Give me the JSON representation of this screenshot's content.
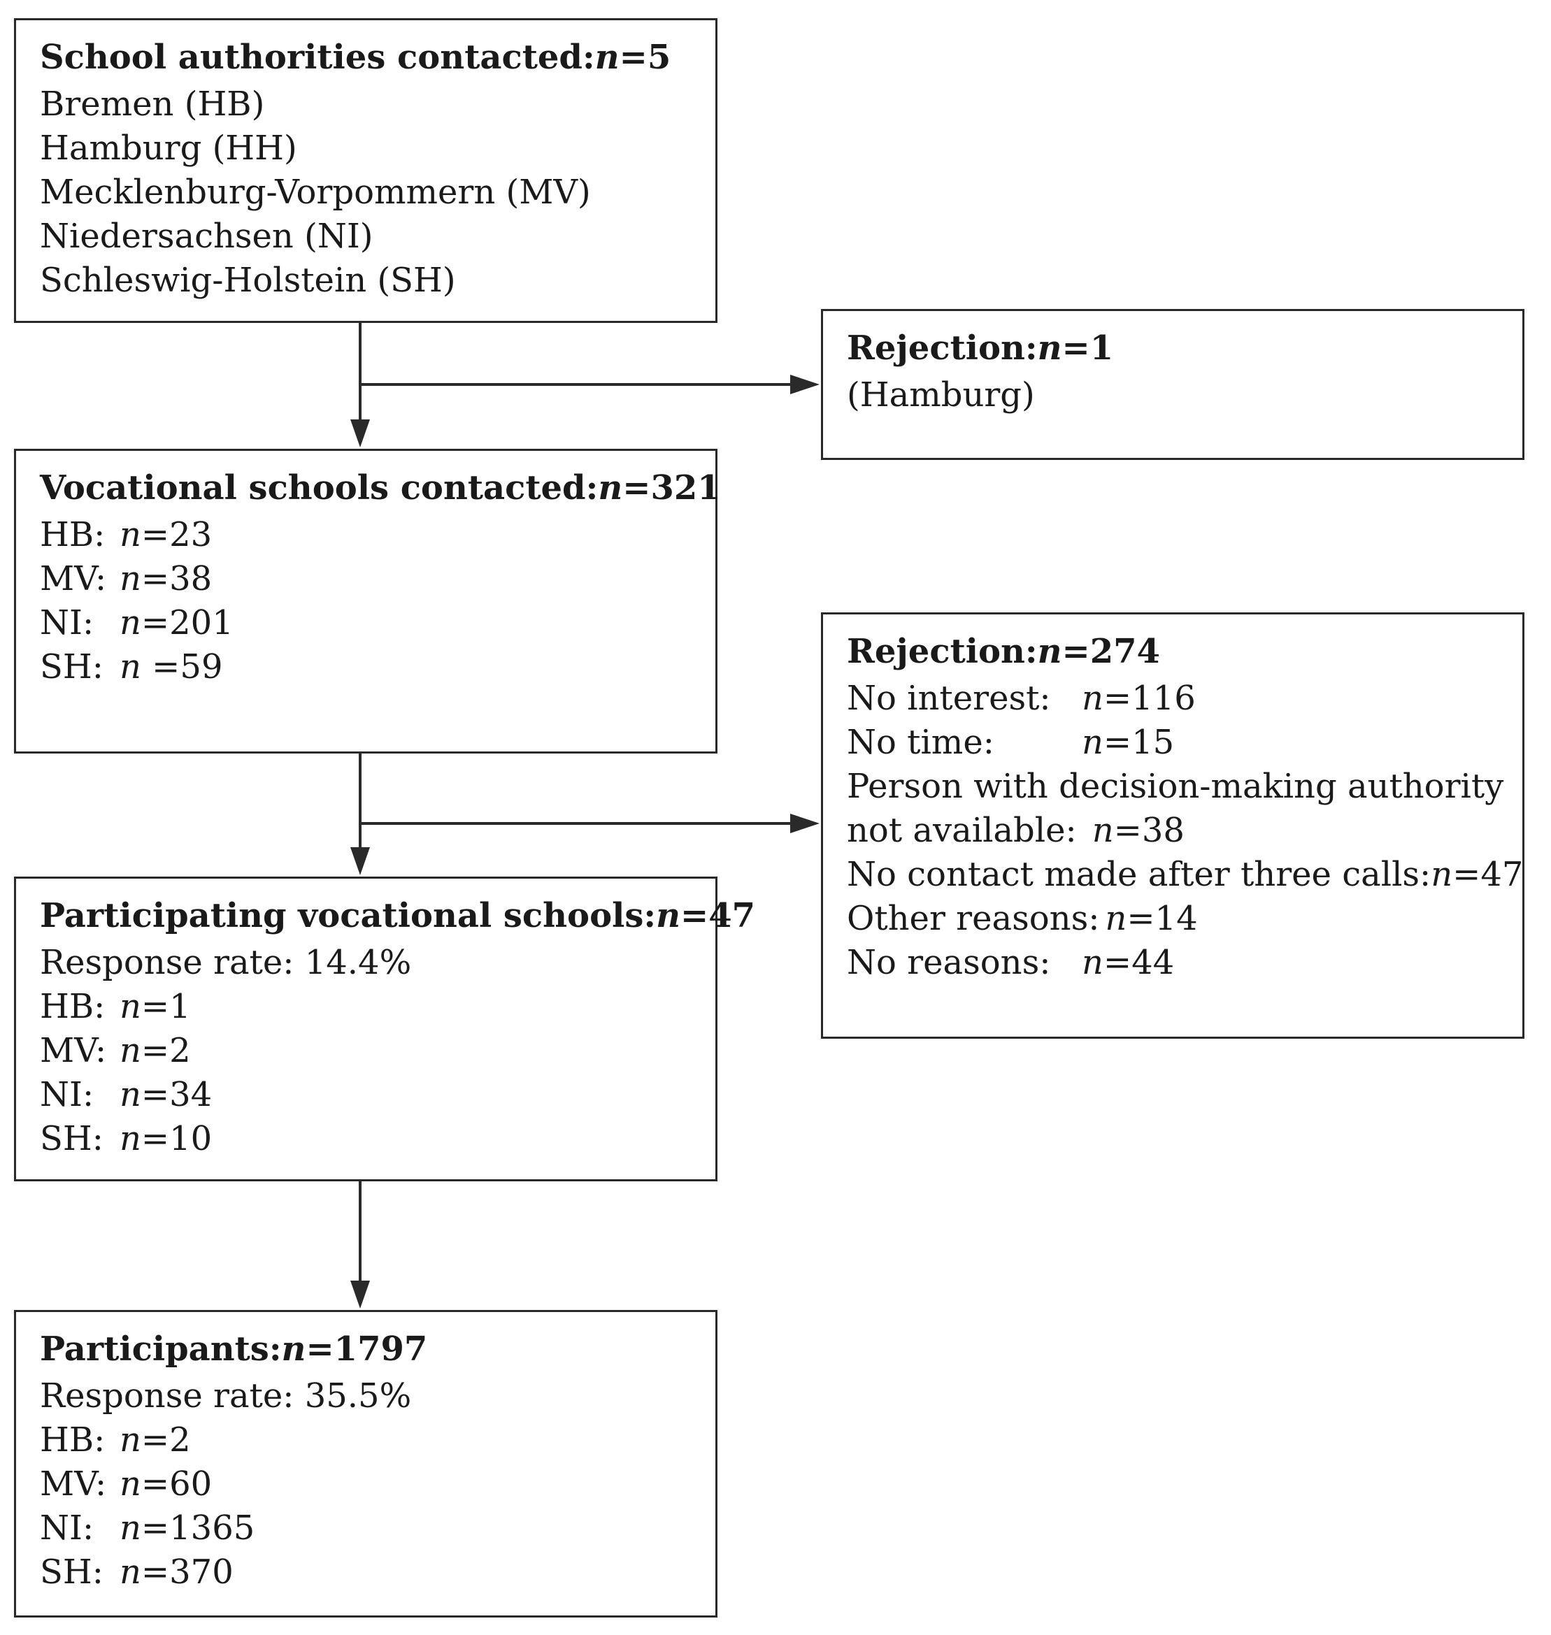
{
  "authorities": {
    "title": "School authorities contacted: ",
    "n_sym": "n",
    "n_val": "=5",
    "items": [
      "Bremen (HB)",
      "Hamburg (HH)",
      "Mecklenburg-Vorpommern (MV)",
      "Niedersachsen (NI)",
      "Schleswig-Holstein (SH)"
    ]
  },
  "rejection1": {
    "title": "Rejection: ",
    "n_sym": "n",
    "n_val": "=1",
    "note": "(Hamburg)"
  },
  "vocational": {
    "title": "Vocational schools contacted: ",
    "n_sym": "n",
    "n_val": "=321",
    "rows": [
      {
        "label": "HB:",
        "n": "n",
        "value": "=23"
      },
      {
        "label": "MV:",
        "n": "n",
        "value": "=38"
      },
      {
        "label": "NI:",
        "n": "n",
        "value": "=201"
      },
      {
        "label": "SH:",
        "n": "n",
        "value": " =59"
      }
    ]
  },
  "rejection2": {
    "title": "Rejection: ",
    "n_sym": "n",
    "n_val": "=274",
    "no_interest": {
      "label": "No interest:",
      "n": "n",
      "value": "=116"
    },
    "no_time": {
      "label": "No time:",
      "n": "n",
      "value": "=15"
    },
    "decision_line1": "Person with decision-making authority",
    "decision_line2": {
      "label": "not available:",
      "n": "n",
      "value": "=38"
    },
    "no_contact": {
      "label": "No contact made after three calls:",
      "n": "n",
      "value": "=47"
    },
    "other": {
      "label": "Other reasons:",
      "n": "n",
      "value": "=14"
    },
    "no_reasons": {
      "label": "No reasons:",
      "n": "n",
      "value": "=44"
    }
  },
  "participating": {
    "title": "Participating vocational schools: ",
    "n_sym": "n",
    "n_val": "=47",
    "response_rate": "Response rate: 14.4%",
    "rows": [
      {
        "label": "HB:",
        "n": "n",
        "value": "=1"
      },
      {
        "label": "MV:",
        "n": "n",
        "value": "=2"
      },
      {
        "label": "NI:",
        "n": "n",
        "value": "=34"
      },
      {
        "label": "SH:",
        "n": "n",
        "value": "=10"
      }
    ]
  },
  "participants": {
    "title": "Participants: ",
    "n_sym": "n",
    "n_val": "=1797",
    "response_rate": "Response rate: 35.5%",
    "rows": [
      {
        "label": "HB:",
        "n": "n",
        "value": "=2"
      },
      {
        "label": "MV:",
        "n": "n",
        "value": "=60"
      },
      {
        "label": "NI:",
        "n": "n",
        "value": "=1365"
      },
      {
        "label": "SH:",
        "n": "n",
        "value": "=370"
      }
    ]
  },
  "colors": {
    "line": "#2a2a2a",
    "text": "#1a1a1a"
  }
}
